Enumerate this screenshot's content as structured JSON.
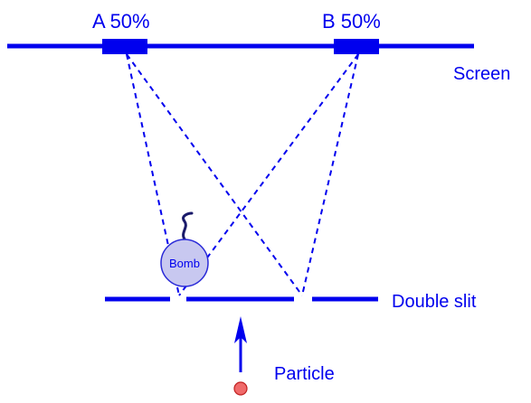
{
  "labels": {
    "detector_a": "A 50%",
    "detector_b": "B 50%",
    "screen": "Screen",
    "double_slit": "Double slit",
    "particle": "Particle",
    "bomb": "Bomb"
  },
  "colors": {
    "line": "#0000ee",
    "bomb_fill": "#c8c8f0",
    "bomb_stroke": "#2a2ad8",
    "fuse": "#1a1a6a",
    "particle_fill": "#f06a6a",
    "particle_stroke": "#c02020",
    "label_text": "#0000ee"
  },
  "icons": {
    "bomb": "bomb-icon",
    "particle": "particle-dot-icon",
    "arrow": "arrow-up-icon"
  }
}
